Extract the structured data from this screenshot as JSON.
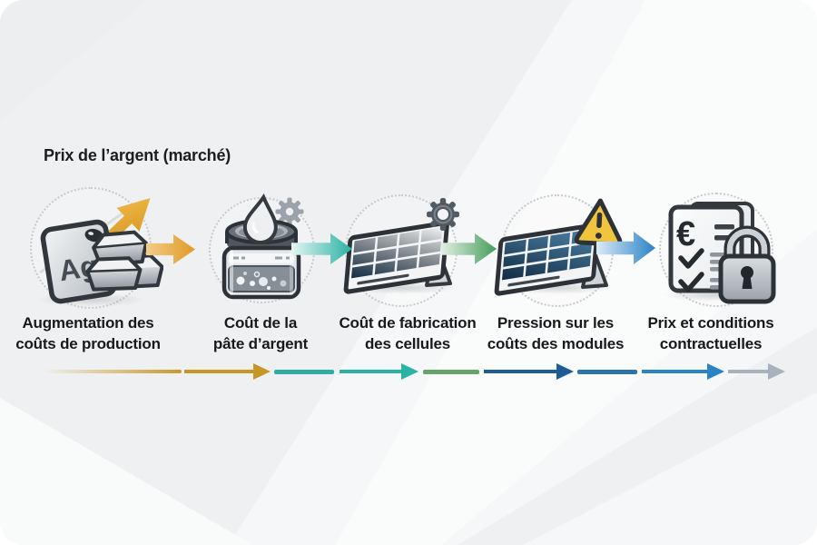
{
  "title": "Prix de l’argent (marché)",
  "stages": [
    {
      "id": "production-costs",
      "icon": "silver-ag-ingots-up-arrow",
      "symbol": "Ag",
      "label": [
        "Augmentation des",
        "coûts de production"
      ]
    },
    {
      "id": "silver-paste",
      "icon": "silver-paste-jar-droplet-gear",
      "label": [
        "Coût de la",
        "pâte d’argent"
      ]
    },
    {
      "id": "cell-fabrication",
      "icon": "solar-panel-gear",
      "label": [
        "Coût de fabrication",
        "des cellules"
      ]
    },
    {
      "id": "module-costs",
      "icon": "solar-panel-warning-triangle",
      "label": [
        "Pression sur les",
        "coûts des modules"
      ]
    },
    {
      "id": "contract-terms",
      "icon": "contract-document-euro-padlock",
      "symbol": "€",
      "label": [
        "Prix et conditions",
        "contractuelles"
      ]
    }
  ],
  "connectors": [
    {
      "from": "#f2cd8a",
      "to": "#e09a24",
      "name": "gold-arrow"
    },
    {
      "from": "#e6f5f2",
      "to": "#28b1a2",
      "name": "teal-arrow"
    },
    {
      "from": "#e3f0e4",
      "to": "#459c59",
      "name": "green-arrow"
    },
    {
      "from": "#dcebf7",
      "to": "#2a82c4",
      "name": "blue-arrow"
    }
  ],
  "timeline": {
    "segments": [
      {
        "kind": "fade-line",
        "gradient": [
          "rgba(201,153,43,0)",
          "#c9992b"
        ]
      },
      {
        "kind": "arrow",
        "color": "#c79726"
      },
      {
        "kind": "line",
        "color": "#2fada2"
      },
      {
        "kind": "arrow",
        "color": "#2ab2a5"
      },
      {
        "kind": "line",
        "color": "#66a46b"
      },
      {
        "kind": "arrow",
        "color": "#1d5c94"
      },
      {
        "kind": "line",
        "color": "#2e74a8"
      },
      {
        "kind": "arrow",
        "color": "#2b82c4"
      },
      {
        "kind": "arrow",
        "color": "#a8b2bc"
      }
    ]
  },
  "colors": {
    "background": "#eff0f2",
    "text": "#17191c",
    "warning_yellow": "#f1c43e",
    "panel_cell_dark": "#16334e",
    "panel_cell_light": "#4d82a8",
    "silver": "#c7ccd1"
  }
}
